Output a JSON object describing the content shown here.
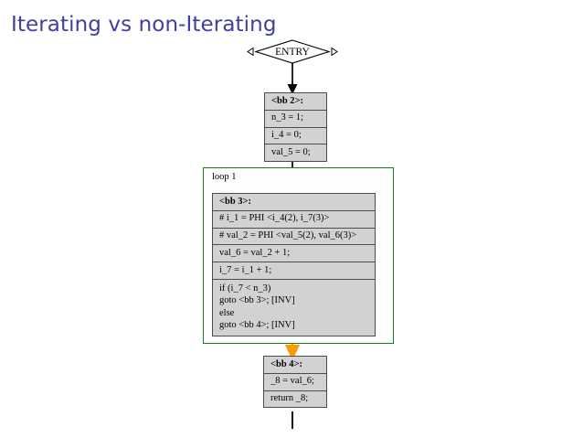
{
  "slide": {
    "title": "Iterating vs non-Iterating",
    "title_color": "#40409e",
    "background": "#ffffff"
  },
  "graph": {
    "type": "control-flow-graph",
    "entry": {
      "label": "ENTRY",
      "shape": "hexagon"
    },
    "cluster": {
      "label": "loop 1",
      "border_color": "#1f7a1f",
      "fill": "#fdfdfd"
    },
    "nodes": [
      {
        "id": "bb2",
        "name": "basic-block-bb2",
        "fill": "#d2d2d2",
        "border_color": "#4d4d4d",
        "rows": [
          "<bb 2>:",
          "n_3 = 1;",
          "i_4 = 0;",
          "val_5 = 0;"
        ]
      },
      {
        "id": "bb3",
        "name": "basic-block-bb3",
        "fill": "#d2d2d2",
        "border_color": "#4d4d4d",
        "rows": [
          "<bb 3>:",
          "# i_1 = PHI <i_4(2), i_7(3)>",
          "# val_2 = PHI <val_5(2), val_6(3)>",
          "val_6 = val_2 + 1;",
          "i_7 = i_1 + 1;",
          "if (i_7 < n_3)\ngoto <bb 3>; [INV]\nelse\ngoto <bb 4>; [INV]"
        ]
      },
      {
        "id": "bb4",
        "name": "basic-block-bb4",
        "fill": "#d2d2d2",
        "border_color": "#4d4d4d",
        "rows": [
          "<bb 4>:",
          "_8 = val_6;",
          "return _8;"
        ]
      }
    ],
    "edges": [
      {
        "name": "edge-entry-to-bb2",
        "from": "ENTRY",
        "to": "bb2",
        "style": "solid",
        "color": "#000000"
      },
      {
        "name": "edge-bb2-to-bb3",
        "from": "bb2",
        "to": "bb3",
        "style": "solid",
        "color": "#000000"
      },
      {
        "name": "edge-bb3-backedge",
        "from": "bb3",
        "to": "bb3",
        "style": "dotted",
        "color": "#3333cc"
      },
      {
        "name": "edge-bb3-to-bb4",
        "from": "bb3",
        "to": "bb4",
        "style": "solid",
        "color": "#ff9900"
      },
      {
        "name": "edge-bb4-exit",
        "from": "bb4",
        "to": "EXIT",
        "style": "solid",
        "color": "#000000"
      }
    ]
  }
}
